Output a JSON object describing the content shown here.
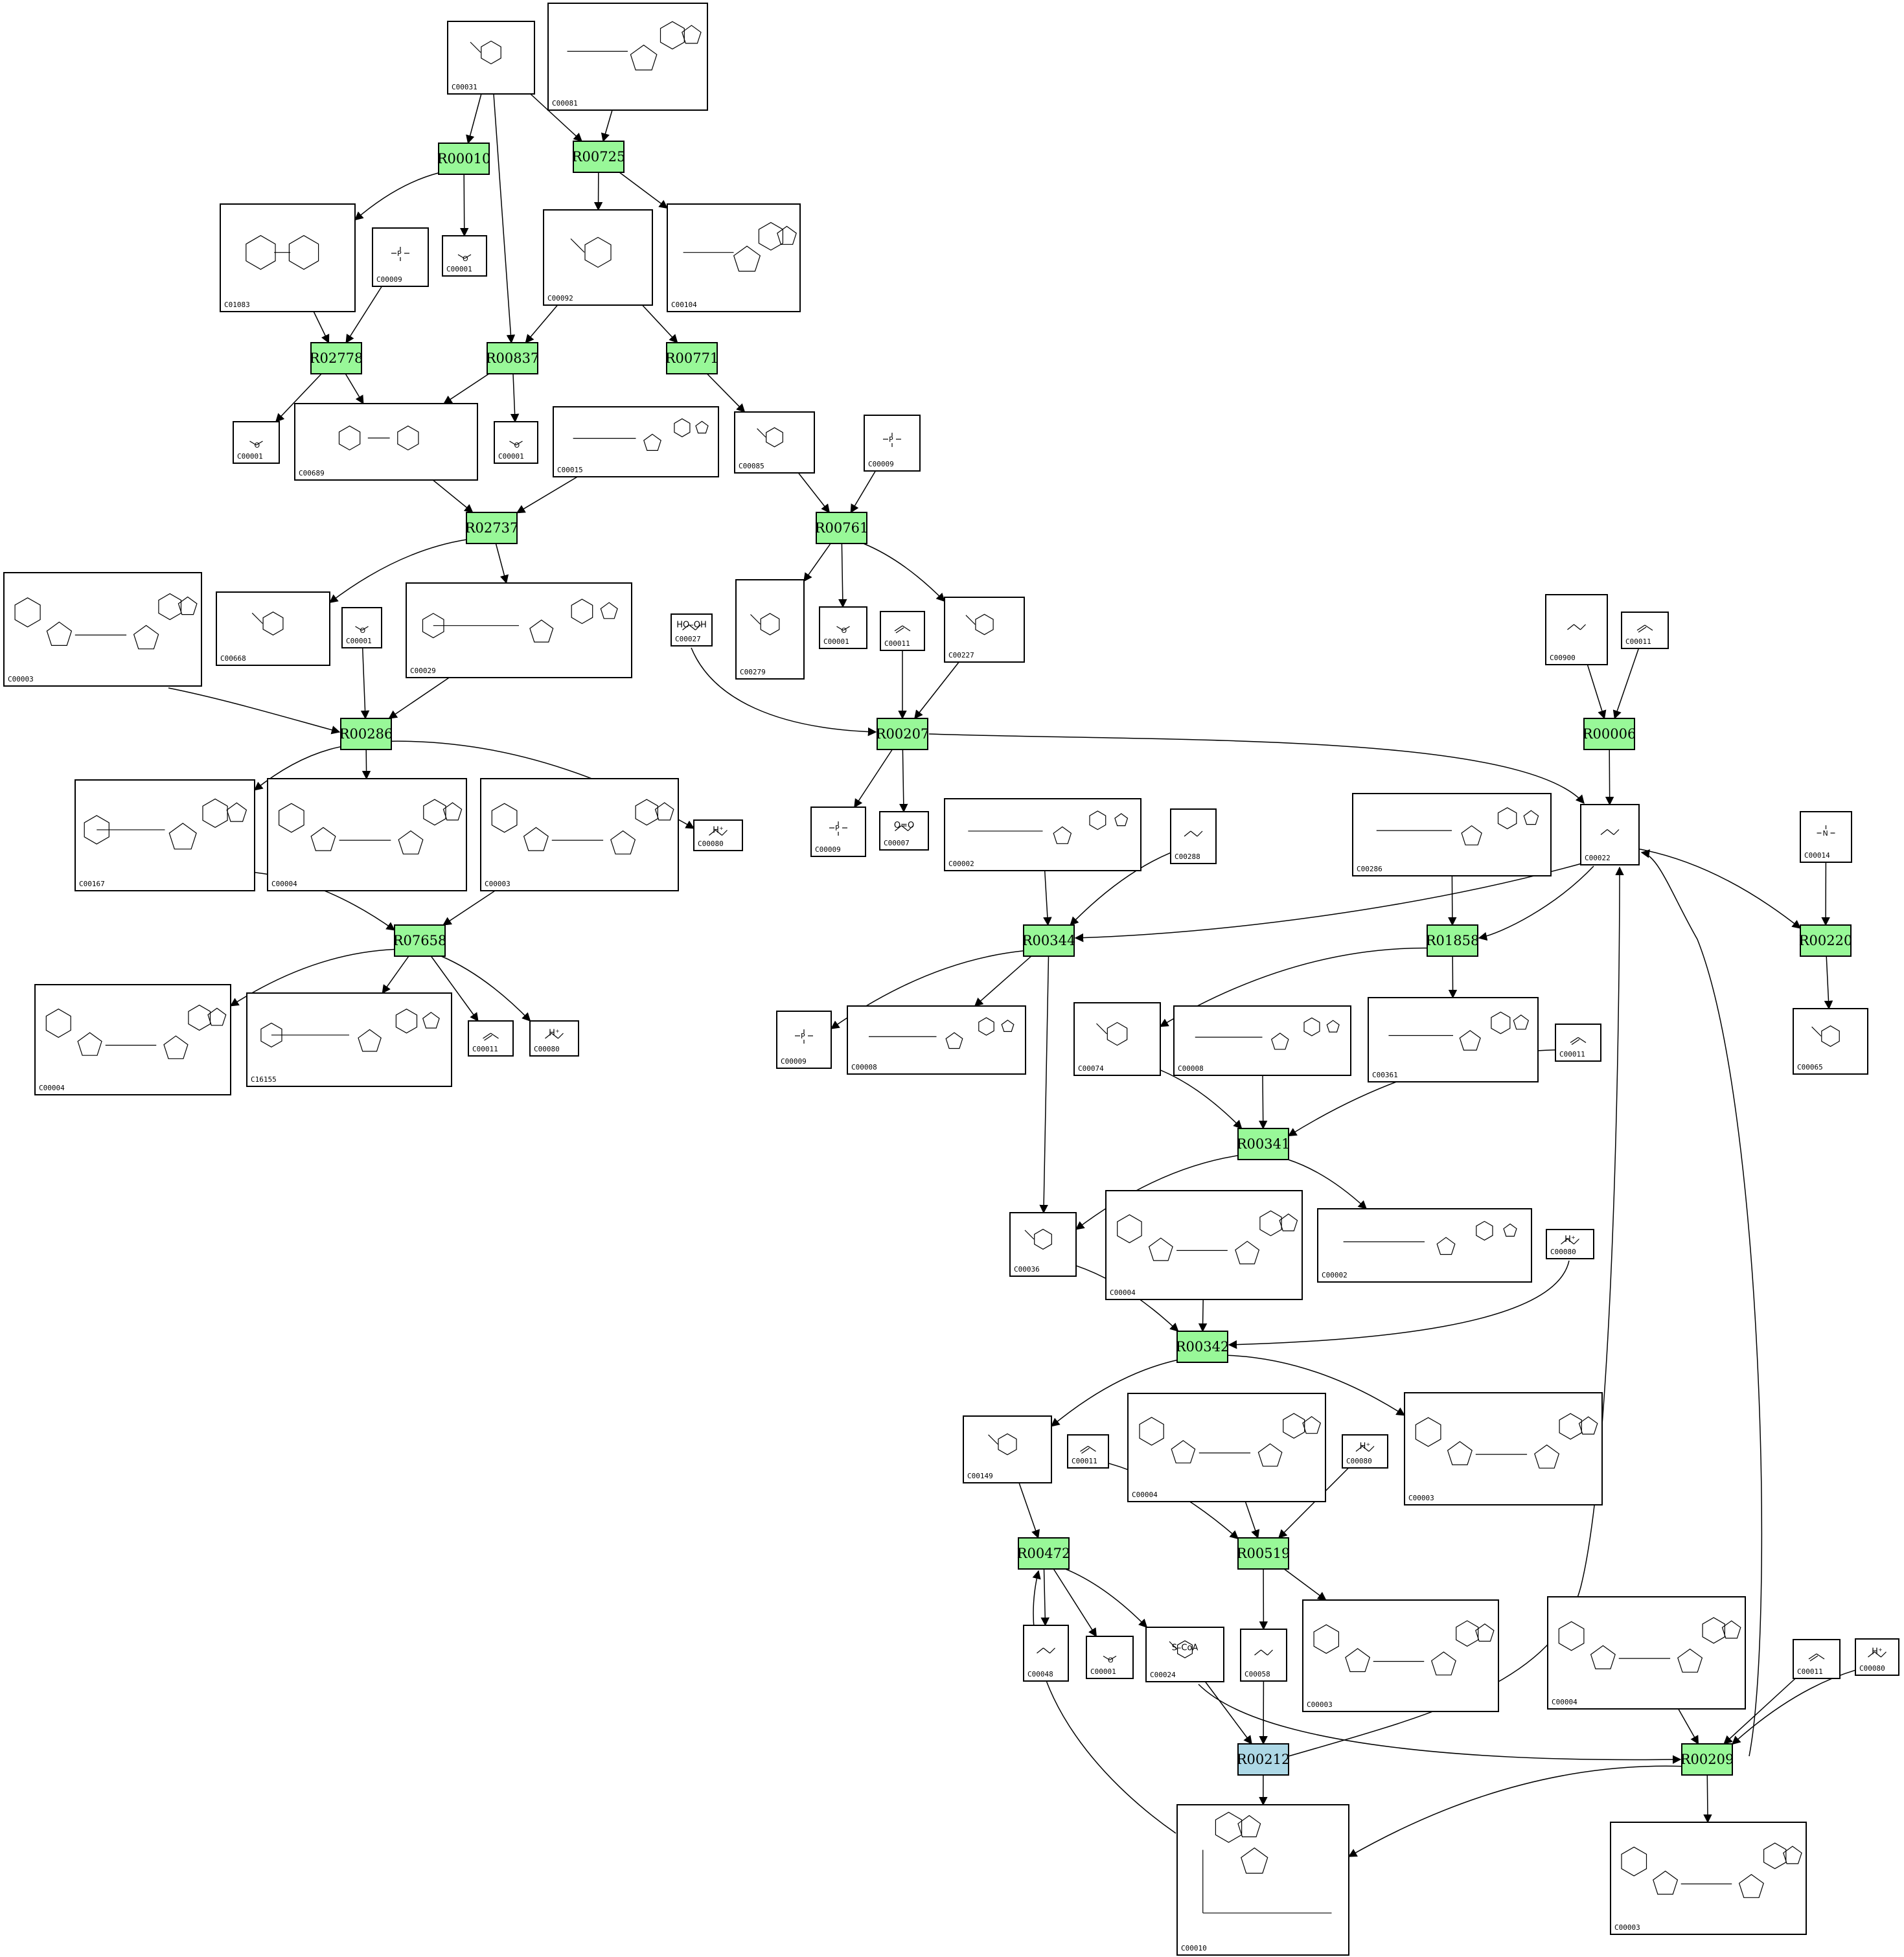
{
  "colors": {
    "reaction": "#98f898",
    "reaction_highlight": "#add8e6"
  },
  "reactions": [
    {
      "id": "R00010",
      "label": "R00010"
    },
    {
      "id": "R00725",
      "label": "R00725"
    },
    {
      "id": "R02778",
      "label": "R02778"
    },
    {
      "id": "R00837",
      "label": "R00837"
    },
    {
      "id": "R00771",
      "label": "R00771"
    },
    {
      "id": "R02737",
      "label": "R02737"
    },
    {
      "id": "R00761",
      "label": "R00761"
    },
    {
      "id": "R00286",
      "label": "R00286"
    },
    {
      "id": "R00207",
      "label": "R00207"
    },
    {
      "id": "R00006",
      "label": "R00006"
    },
    {
      "id": "R07658",
      "label": "R07658"
    },
    {
      "id": "R00344",
      "label": "R00344"
    },
    {
      "id": "R01858",
      "label": "R01858"
    },
    {
      "id": "R00220",
      "label": "R00220"
    },
    {
      "id": "R00341",
      "label": "R00341"
    },
    {
      "id": "R00342",
      "label": "R00342"
    },
    {
      "id": "R00472",
      "label": "R00472"
    },
    {
      "id": "R00519",
      "label": "R00519"
    },
    {
      "id": "R00212",
      "label": "R00212",
      "highlight": true
    },
    {
      "id": "R00209",
      "label": "R00209"
    }
  ],
  "compounds": [
    {
      "id": "n_C00031_a",
      "label": "C00031",
      "icon": "hexose-icon"
    },
    {
      "id": "n_C00081",
      "label": "C00081",
      "icon": "nucleotide-icon"
    },
    {
      "id": "n_C01083",
      "label": "C01083",
      "icon": "disaccharide-icon"
    },
    {
      "id": "n_C00009_a",
      "label": "C00009",
      "icon": "phosphate-icon"
    },
    {
      "id": "n_C00001_a",
      "label": "C00001",
      "icon": "water-icon"
    },
    {
      "id": "n_C00092",
      "label": "C00092",
      "icon": "sugar-phosphate-icon"
    },
    {
      "id": "n_C00104",
      "label": "C00104",
      "icon": "nucleotide-icon"
    },
    {
      "id": "n_C00001_b",
      "label": "C00001",
      "icon": "water-icon"
    },
    {
      "id": "n_C00689",
      "label": "C00689",
      "icon": "disaccharide-icon"
    },
    {
      "id": "n_C00001_c",
      "label": "C00001",
      "icon": "water-icon"
    },
    {
      "id": "n_C00015",
      "label": "C00015",
      "icon": "nucleotide-icon"
    },
    {
      "id": "n_C00085",
      "label": "C00085",
      "icon": "sugar-phosphate-icon"
    },
    {
      "id": "n_C00009_b",
      "label": "C00009",
      "icon": "phosphate-icon"
    },
    {
      "id": "n_C00003_a",
      "label": "C00003",
      "icon": "nad-icon"
    },
    {
      "id": "n_C00668",
      "label": "C00668",
      "icon": "sugar-phosphate-icon"
    },
    {
      "id": "n_C00001_d",
      "label": "C00001",
      "icon": "water-icon"
    },
    {
      "id": "n_C00029",
      "label": "C00029",
      "icon": "nucleotide-sugar-icon"
    },
    {
      "id": "n_C00027",
      "label": "C00027",
      "formula": "HO–OH",
      "icon": "peroxide-icon"
    },
    {
      "id": "n_C00279",
      "label": "C00279",
      "icon": "sugar-phosphate-icon"
    },
    {
      "id": "n_C00001_e",
      "label": "C00001",
      "icon": "water-icon"
    },
    {
      "id": "n_C00011_a",
      "label": "C00011",
      "icon": "co2-icon"
    },
    {
      "id": "n_C00227",
      "label": "C00227",
      "icon": "acyl-phosphate-icon"
    },
    {
      "id": "n_C00900",
      "label": "C00900",
      "icon": "keto-acid-icon"
    },
    {
      "id": "n_C00011_b",
      "label": "C00011",
      "icon": "co2-icon"
    },
    {
      "id": "n_C00167",
      "label": "C00167",
      "icon": "nucleotide-sugar-icon"
    },
    {
      "id": "n_C00004_a",
      "label": "C00004",
      "icon": "nadh-icon"
    },
    {
      "id": "n_C00003_b",
      "label": "C00003",
      "icon": "nad-icon"
    },
    {
      "id": "n_C00080_a",
      "label": "C00080",
      "formula": "H⁺",
      "icon": "proton-icon"
    },
    {
      "id": "n_C00009_c",
      "label": "C00009",
      "icon": "phosphate-icon"
    },
    {
      "id": "n_C00007",
      "label": "C00007",
      "formula": "O=O",
      "icon": "oxygen-icon"
    },
    {
      "id": "n_C00002_a",
      "label": "C00002",
      "icon": "nucleotide-icon"
    },
    {
      "id": "n_C00288",
      "label": "C00288",
      "icon": "bicarbonate-icon"
    },
    {
      "id": "n_C00286",
      "label": "C00286",
      "icon": "nucleotide-icon"
    },
    {
      "id": "n_C00022",
      "label": "C00022",
      "icon": "keto-acid-icon"
    },
    {
      "id": "n_C00014",
      "label": "C00014",
      "icon": "ammonia-icon"
    },
    {
      "id": "n_C00004_b",
      "label": "C00004",
      "icon": "nadh-icon"
    },
    {
      "id": "n_C16155",
      "label": "C16155",
      "icon": "nucleotide-sugar-icon"
    },
    {
      "id": "n_C00011_c",
      "label": "C00011",
      "icon": "co2-icon"
    },
    {
      "id": "n_C00080_b",
      "label": "C00080",
      "formula": "H⁺",
      "icon": "proton-icon"
    },
    {
      "id": "n_C00009_d",
      "label": "C00009",
      "icon": "phosphate-icon"
    },
    {
      "id": "n_C00008",
      "label": "C00008",
      "icon": "nucleotide-icon"
    },
    {
      "id": "n_C00074",
      "label": "C00074",
      "icon": "acyl-phosphate-icon"
    },
    {
      "id": "n_C00008_b",
      "label": "C00008",
      "icon": "nucleotide-icon"
    },
    {
      "id": "n_C00361",
      "label": "C00361",
      "icon": "nucleotide-icon"
    },
    {
      "id": "n_C00011_d",
      "label": "C00011",
      "icon": "co2-icon"
    },
    {
      "id": "n_C00065",
      "label": "C00065",
      "icon": "amino-acid-icon"
    },
    {
      "id": "n_C00036",
      "label": "C00036",
      "icon": "keto-acid-icon"
    },
    {
      "id": "n_C00004_c",
      "label": "C00004",
      "icon": "nadh-icon"
    },
    {
      "id": "n_C00002_b",
      "label": "C00002",
      "icon": "nucleotide-icon"
    },
    {
      "id": "n_C00080_c",
      "label": "C00080",
      "formula": "H⁺",
      "icon": "proton-icon"
    },
    {
      "id": "n_C00149",
      "label": "C00149",
      "icon": "hydroxy-acid-icon"
    },
    {
      "id": "n_C00011_e",
      "label": "C00011",
      "icon": "co2-icon"
    },
    {
      "id": "n_C00004_d",
      "label": "C00004",
      "icon": "nadh-icon"
    },
    {
      "id": "n_C00080_d",
      "label": "C00080",
      "formula": "H⁺",
      "icon": "proton-icon"
    },
    {
      "id": "n_C00003_c",
      "label": "C00003",
      "icon": "nad-icon"
    },
    {
      "id": "n_C00048",
      "label": "C00048",
      "icon": "aldehyde-acid-icon"
    },
    {
      "id": "n_C00001_f",
      "label": "C00001",
      "icon": "water-icon"
    },
    {
      "id": "n_C00024",
      "label": "C00024",
      "formula": "S–CoA",
      "icon": "acyl-coa-icon"
    },
    {
      "id": "n_C00058",
      "label": "C00058",
      "icon": "formate-icon"
    },
    {
      "id": "n_C00003_d",
      "label": "C00003",
      "icon": "nad-icon"
    },
    {
      "id": "n_C00004_e",
      "label": "C00004",
      "icon": "nadh-icon"
    },
    {
      "id": "n_C00011_f",
      "label": "C00011",
      "icon": "co2-icon"
    },
    {
      "id": "n_C00080_e",
      "label": "C00080",
      "formula": "H⁺",
      "icon": "proton-icon"
    },
    {
      "id": "n_C00010",
      "label": "C00010",
      "icon": "coenzyme-a-icon"
    },
    {
      "id": "n_C00003_e",
      "label": "C00003",
      "icon": "nad-icon"
    }
  ],
  "edges": [
    [
      "n_C00031_a",
      "R00010"
    ],
    [
      "n_C00031_a",
      "R00725"
    ],
    [
      "n_C00031_a",
      "R00837"
    ],
    [
      "n_C00081",
      "R00725"
    ],
    [
      "R00010",
      "n_C01083"
    ],
    [
      "R00010",
      "n_C00001_a"
    ],
    [
      "R00725",
      "n_C00092"
    ],
    [
      "R00725",
      "n_C00104"
    ],
    [
      "n_C01083",
      "R02778"
    ],
    [
      "n_C00009_a",
      "R02778"
    ],
    [
      "n_C00092",
      "R00837"
    ],
    [
      "n_C00092",
      "R00771"
    ],
    [
      "R02778",
      "n_C00001_b"
    ],
    [
      "R02778",
      "n_C00689"
    ],
    [
      "R00837",
      "n_C00689"
    ],
    [
      "R00837",
      "n_C00001_c"
    ],
    [
      "R00771",
      "n_C00085"
    ],
    [
      "n_C00689",
      "R02737"
    ],
    [
      "n_C00015",
      "R02737"
    ],
    [
      "n_C00085",
      "R00761"
    ],
    [
      "n_C00009_b",
      "R00761"
    ],
    [
      "R02737",
      "n_C00668"
    ],
    [
      "R02737",
      "n_C00029"
    ],
    [
      "R00761",
      "n_C00279"
    ],
    [
      "R00761",
      "n_C00001_e"
    ],
    [
      "R00761",
      "n_C00227"
    ],
    [
      "n_C00003_a",
      "R00286"
    ],
    [
      "n_C00001_d",
      "R00286"
    ],
    [
      "n_C00029",
      "R00286"
    ],
    [
      "n_C00027",
      "R00207"
    ],
    [
      "n_C00011_a",
      "R00207"
    ],
    [
      "n_C00227",
      "R00207"
    ],
    [
      "n_C00900",
      "R00006"
    ],
    [
      "n_C00011_b",
      "R00006"
    ],
    [
      "R00286",
      "n_C00167"
    ],
    [
      "R00286",
      "n_C00004_a"
    ],
    [
      "R00286",
      "n_C00080_a"
    ],
    [
      "R00207",
      "n_C00009_c"
    ],
    [
      "R00207",
      "n_C00007"
    ],
    [
      "R00207",
      "n_C00022"
    ],
    [
      "R00006",
      "n_C00022"
    ],
    [
      "n_C00167",
      "R07658"
    ],
    [
      "n_C00003_b",
      "R07658"
    ],
    [
      "n_C00002_a",
      "R00344"
    ],
    [
      "n_C00288",
      "R00344"
    ],
    [
      "n_C00022",
      "R00344"
    ],
    [
      "n_C00286",
      "R01858"
    ],
    [
      "n_C00022",
      "R01858"
    ],
    [
      "n_C00022",
      "R00220"
    ],
    [
      "n_C00014",
      "R00220"
    ],
    [
      "R07658",
      "n_C00004_b"
    ],
    [
      "R07658",
      "n_C16155"
    ],
    [
      "R07658",
      "n_C00011_c"
    ],
    [
      "R07658",
      "n_C00080_b"
    ],
    [
      "R00344",
      "n_C00009_d"
    ],
    [
      "R00344",
      "n_C00008"
    ],
    [
      "R00344",
      "n_C00036"
    ],
    [
      "R01858",
      "n_C00074"
    ],
    [
      "R01858",
      "n_C00361"
    ],
    [
      "R00220",
      "n_C00065"
    ],
    [
      "n_C00074",
      "R00341"
    ],
    [
      "n_C00008_b",
      "R00341"
    ],
    [
      "n_C00011_d",
      "R00341"
    ],
    [
      "R00341",
      "n_C00036"
    ],
    [
      "R00341",
      "n_C00002_b"
    ],
    [
      "n_C00036",
      "R00342"
    ],
    [
      "n_C00004_c",
      "R00342"
    ],
    [
      "n_C00080_c",
      "R00342"
    ],
    [
      "R00342",
      "n_C00149"
    ],
    [
      "R00342",
      "n_C00003_c"
    ],
    [
      "n_C00149",
      "R00472"
    ],
    [
      "n_C00011_e",
      "R00519"
    ],
    [
      "n_C00004_d",
      "R00519"
    ],
    [
      "n_C00080_d",
      "R00519"
    ],
    [
      "R00472",
      "n_C00048"
    ],
    [
      "R00472",
      "n_C00001_f"
    ],
    [
      "R00472",
      "n_C00024"
    ],
    [
      "R00519",
      "n_C00058"
    ],
    [
      "R00519",
      "n_C00003_d"
    ],
    [
      "n_C00024",
      "R00212"
    ],
    [
      "n_C00058",
      "R00212"
    ],
    [
      "n_C00024",
      "R00209"
    ],
    [
      "n_C00004_e",
      "R00209"
    ],
    [
      "n_C00011_f",
      "R00209"
    ],
    [
      "n_C00080_e",
      "R00209"
    ],
    [
      "R00212",
      "n_C00022"
    ],
    [
      "R00212",
      "n_C00010"
    ],
    [
      "R00209",
      "n_C00022"
    ],
    [
      "R00209",
      "n_C00010"
    ],
    [
      "R00209",
      "n_C00003_e"
    ],
    [
      "n_C00010",
      "R00472"
    ]
  ]
}
